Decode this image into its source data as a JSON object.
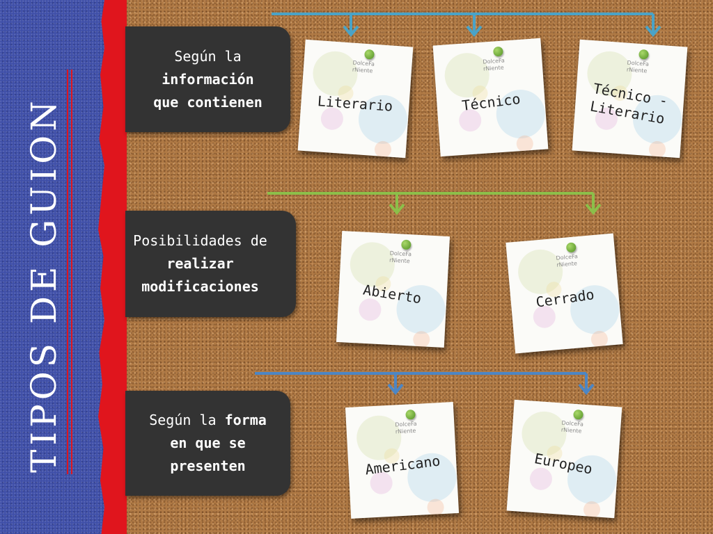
{
  "title": "TIPOS DE GUION",
  "brand": "DolceFa\nrNiente",
  "colors": {
    "band_blue": "#3f4fa8",
    "band_red": "#e0151d",
    "category_bg": "#333333",
    "connector_row_1": "#4aa3c7",
    "connector_row_2": "#8cbf4a",
    "connector_row_3": "#4d86c4"
  },
  "rows": [
    {
      "category_line_1": "Según la",
      "category_bold_1": "información",
      "category_bold_2": "que contienen",
      "notes": [
        "Literario",
        "Técnico",
        "Técnico -\nLiterario"
      ]
    },
    {
      "category_line_1": "Posibilidades de",
      "category_bold_1": "realizar",
      "category_bold_2": "modificaciones",
      "notes": [
        "Abierto",
        "Cerrado"
      ]
    },
    {
      "category_line_1": "Según la",
      "category_bold_1": "forma",
      "category_bold_2": "en que se",
      "category_bold_3": "presenten",
      "notes": [
        "Americano",
        "Europeo"
      ]
    }
  ]
}
